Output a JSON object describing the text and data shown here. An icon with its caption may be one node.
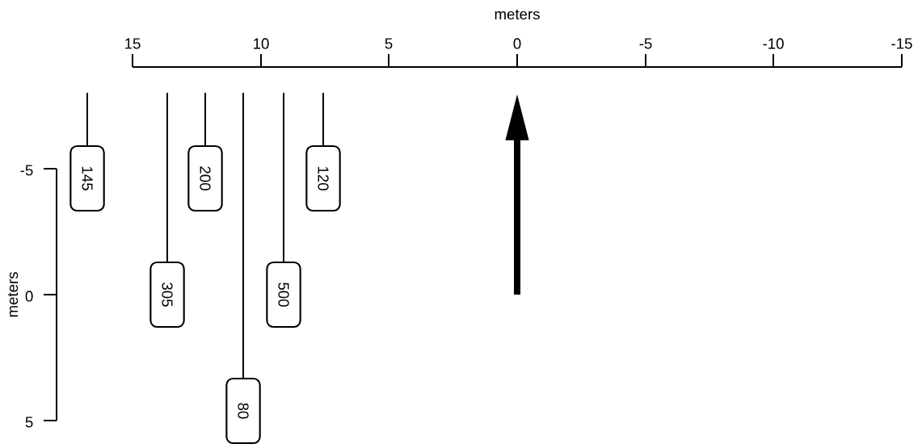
{
  "diagram": {
    "nodes": [
      {
        "text": [
          "145"
        ]
      },
      {
        "text": [
          "200"
        ]
      },
      {
        "text": [
          "120"
        ]
      },
      {
        "text": [
          "305"
        ]
      },
      {
        "text": [
          "500"
        ]
      },
      {
        "text": [
          "80"
        ]
      }
    ],
    "edges": [
      {
        "from": null,
        "to": 0,
        "arrow": "none"
      },
      {
        "from": null,
        "to": 1,
        "arrow": "none"
      },
      {
        "from": null,
        "to": 2,
        "arrow": "none"
      },
      {
        "from": null,
        "to": 3,
        "arrow": "none"
      },
      {
        "from": null,
        "to": 4,
        "arrow": "none"
      },
      {
        "from": null,
        "to": 5,
        "arrow": "none"
      }
    ],
    "labels": [
      "meters",
      "15",
      "10",
      "5",
      "0",
      "-5",
      "-10",
      "-15",
      "-5",
      "0",
      "5",
      "meters"
    ]
  }
}
